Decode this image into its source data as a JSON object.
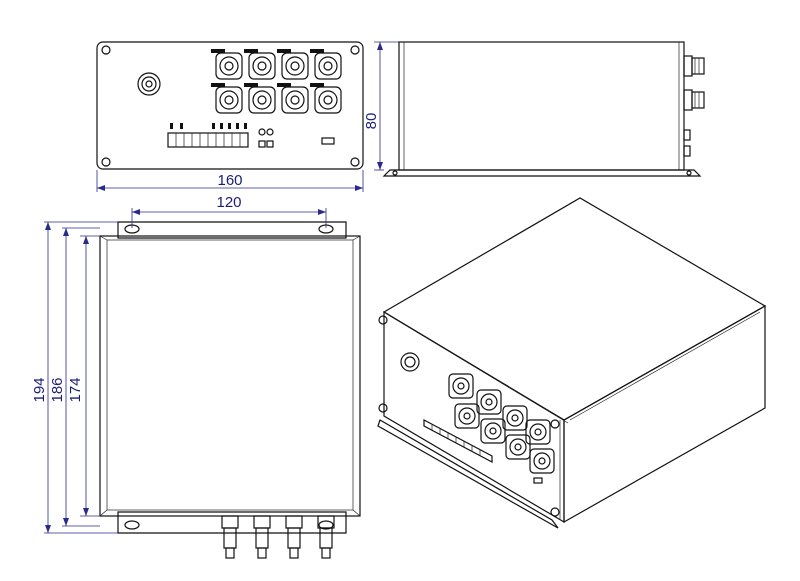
{
  "dimensions": {
    "front_width": "160",
    "side_height": "80",
    "hole_spacing": "120",
    "overall_length": "194",
    "flange_length": "186",
    "body_length": "174"
  }
}
